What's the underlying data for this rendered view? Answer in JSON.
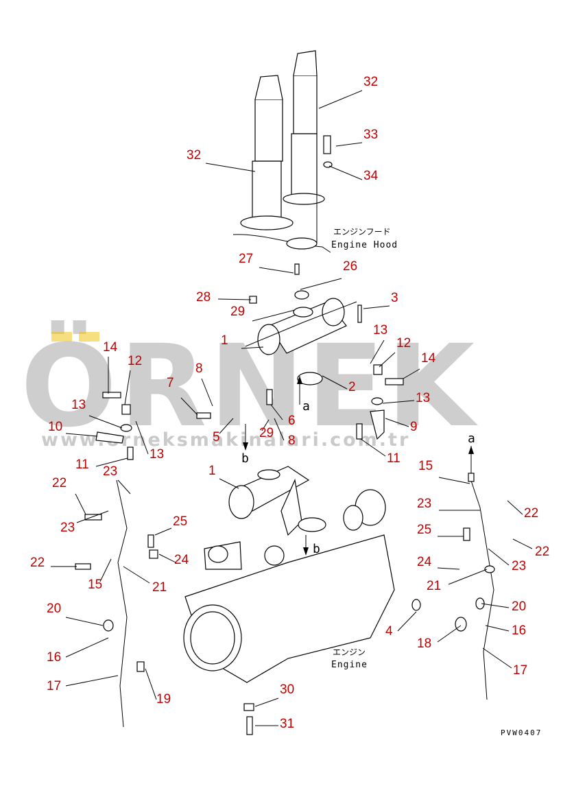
{
  "watermark": {
    "brand": "ÖRNEK",
    "url": "www.orneksmakinalari.com.tr",
    "color": "#bdbdbd",
    "accent": "#f0c000"
  },
  "labels": {
    "engine_hood_jp": "エンジンフード",
    "engine_hood_en": "Engine Hood",
    "engine_jp": "エンジン",
    "engine_en": "Engine",
    "arrow_a": "a",
    "arrow_b": "b",
    "drawing_code": "PVW0407"
  },
  "callout_color": "#c00000",
  "callouts": [
    "32",
    "32",
    "33",
    "34",
    "27",
    "26",
    "28",
    "29",
    "3",
    "1",
    "13",
    "12",
    "14",
    "13",
    "2",
    "8",
    "7",
    "6",
    "29",
    "8",
    "5",
    "9",
    "11",
    "14",
    "12",
    "13",
    "10",
    "13",
    "11",
    "1",
    "23",
    "22",
    "23",
    "22",
    "15",
    "21",
    "20",
    "16",
    "17",
    "25",
    "24",
    "19",
    "4",
    "30",
    "31",
    "15",
    "23",
    "22",
    "25",
    "24",
    "23",
    "22",
    "21",
    "20",
    "16",
    "18",
    "17"
  ]
}
